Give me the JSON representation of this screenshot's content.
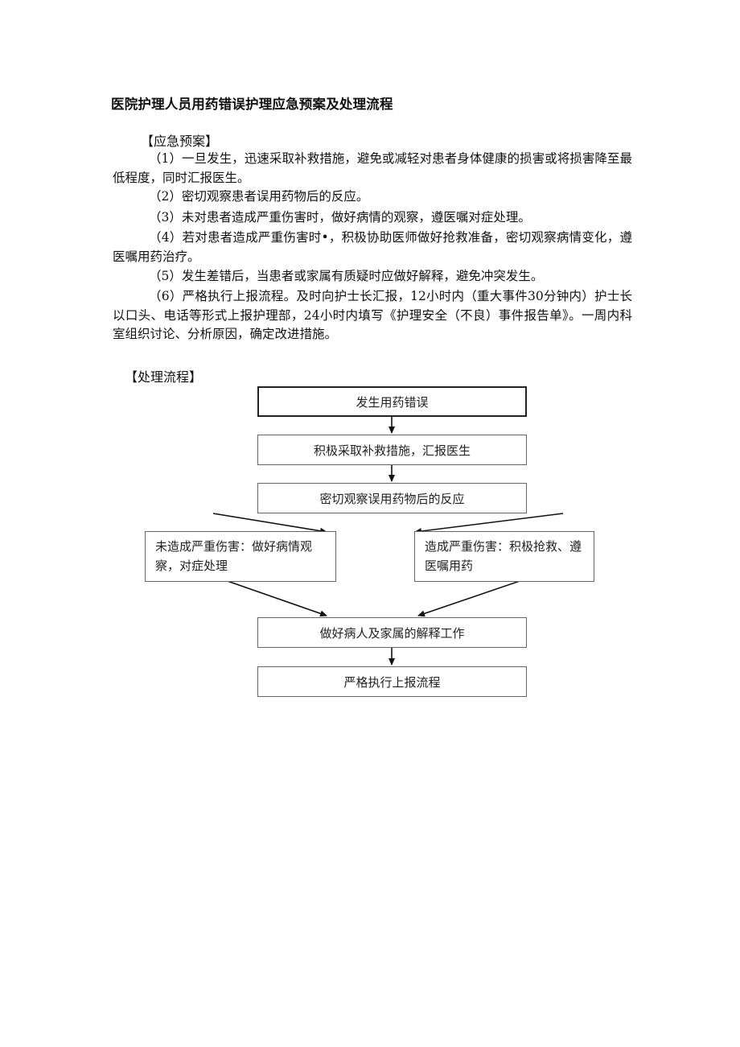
{
  "document": {
    "title": "医院护理人员用药错误护理应急预案及处理流程",
    "plan_heading": "【应急预案】",
    "paragraphs": [
      "（1）一旦发生，迅速采取补救措施，避免或减轻对患者身体健康的损害或将损害降至最低程度，同时汇报医生。",
      "（2）密切观察患者误用药物后的反应。",
      "（3）未对患者造成严重伤害时，做好病情的观察，遵医嘱对症处理。",
      "（4）若对患者造成严重伤害时•，积极协助医师做好抢救准备，密切观察病情变化，遵医嘱用药治疗。",
      "（5）发生差错后，当患者或家属有质疑时应做好解释，避免冲突发生。",
      "（6）严格执行上报流程。及时向护士长汇报，12小时内（重大事件30分钟内）护士长以口头、电话等形式上报护理部，24小时内填写《护理安全（不良）事件报告单》。一周内科室组织讨论、分析原因，确定改进措施。"
    ],
    "flow_heading": "【处理流程】"
  },
  "flowchart": {
    "step1": "发生用药错误",
    "step2": "积极采取补救措施，汇报医生",
    "step3": "密切观察误用药物后的反应",
    "branch_left": "未造成严重伤害：做好病情观察，对症处理",
    "branch_right": "造成严重伤害：积极抢救、遵医嘱用药",
    "step4": "做好病人及家属的解释工作",
    "step5": "严格执行上报流程"
  }
}
